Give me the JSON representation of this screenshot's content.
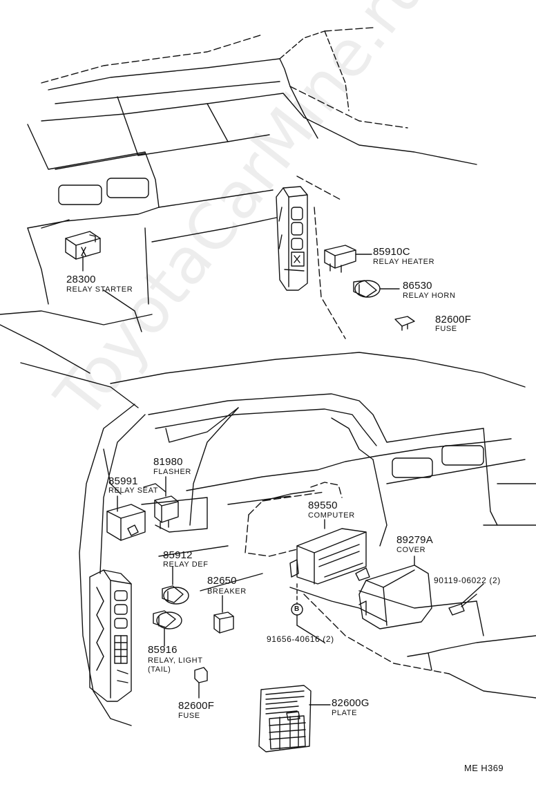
{
  "diagram_code": "ME  H369",
  "watermark": "ToyotaCarMine.ru",
  "parts": [
    {
      "id": "28300",
      "code": "28300",
      "name": "RELAY STARTER"
    },
    {
      "id": "85910c",
      "code": "85910C",
      "name": "RELAY HEATER"
    },
    {
      "id": "86530",
      "code": "86530",
      "name": "RELAY HORN"
    },
    {
      "id": "82600f-top",
      "code": "82600F",
      "name": "FUSE"
    },
    {
      "id": "81980",
      "code": "81980",
      "name": "FLASHER"
    },
    {
      "id": "85991",
      "code": "85991",
      "name": "RELAY SEAT"
    },
    {
      "id": "89550",
      "code": "89550",
      "name": "COMPUTER"
    },
    {
      "id": "89279a",
      "code": "89279A",
      "name": "COVER"
    },
    {
      "id": "85912",
      "code": "85912",
      "name": "RELAY DEF"
    },
    {
      "id": "82650",
      "code": "82650",
      "name": "BREAKER"
    },
    {
      "id": "90119",
      "code": "90119-06022 (2)",
      "name": ""
    },
    {
      "id": "91656",
      "code": "91656-40616 (2)",
      "name": ""
    },
    {
      "id": "85916",
      "code": "85916",
      "name": "RELAY, LIGHT",
      "name2": "(TAIL)"
    },
    {
      "id": "82600f-bottom",
      "code": "82600F",
      "name": "FUSE"
    },
    {
      "id": "82600g",
      "code": "82600G",
      "name": "PLATE"
    }
  ],
  "marker_b": "B"
}
